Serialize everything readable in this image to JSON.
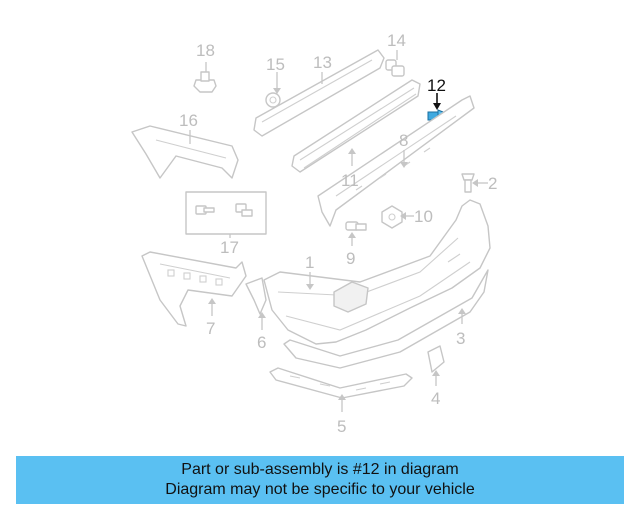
{
  "diagram": {
    "highlighted_part": "12",
    "highlight_color": "#3fa9e0",
    "callouts": {
      "c1": "1",
      "c2": "2",
      "c3": "3",
      "c4": "4",
      "c5": "5",
      "c6": "6",
      "c7": "7",
      "c8": "8",
      "c9": "9",
      "c10": "10",
      "c11": "11",
      "c12": "12",
      "c13": "13",
      "c14": "14",
      "c15": "15",
      "c16": "16",
      "c17": "17",
      "c18": "18"
    }
  },
  "caption": {
    "line1": "Part or sub-assembly is #12 in diagram",
    "line2": "Diagram may not be specific to your vehicle",
    "background_color": "#5ac0f2"
  }
}
